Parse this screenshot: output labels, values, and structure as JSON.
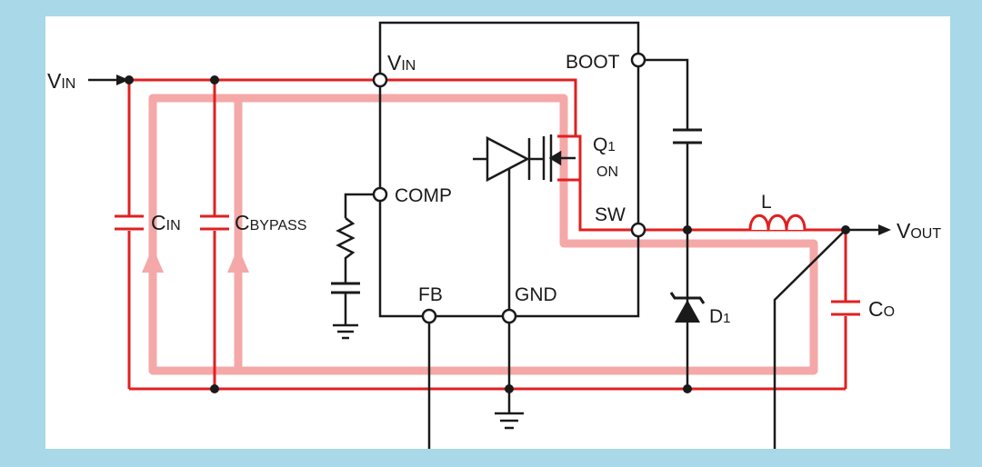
{
  "colors": {
    "frame_blue": "#a9d8e8",
    "canvas": "#ffffff",
    "wire_black": "#1a1a1a",
    "current_red": "#e02020",
    "loop_pink": "#f4a8a8"
  },
  "labels": {
    "vin_input_main": "V",
    "vin_input_sub": "IN",
    "ic_vin_main": "V",
    "ic_vin_sub": "IN",
    "boot": "BOOT",
    "comp": "COMP",
    "sw": "SW",
    "fb": "FB",
    "gnd": "GND",
    "q1_main": "Q",
    "q1_sub": "1",
    "q1_state": "ON",
    "cin_main": "C",
    "cin_sub": "IN",
    "cbypass_main": "C",
    "cbypass_sub": "BYPASS",
    "inductor": "L",
    "d1_main": "D",
    "d1_sub": "1",
    "co_main": "C",
    "co_sub": "O",
    "vout_main": "V",
    "vout_sub": "OUT"
  }
}
